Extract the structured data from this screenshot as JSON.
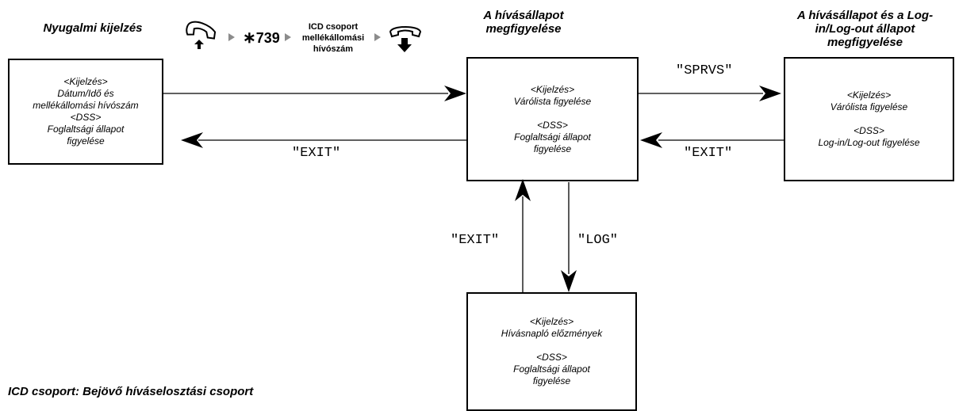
{
  "titles": {
    "idle": "Nyugalmi kijelzés",
    "monitor_line1": "A hívásállapot",
    "monitor_line2": "megfigyelése",
    "monitor_login_line1": "A hívásállapot és a Log-",
    "monitor_login_line2": "in/Log-out állapot",
    "monitor_login_line3": "megfigyelése"
  },
  "sequence": {
    "code": "739",
    "group_line1": "ICD csoport",
    "group_line2": "mellékállomási",
    "group_line3": "hívószám"
  },
  "boxes": {
    "idle": {
      "display_label": "<Kijelzés>",
      "display_line1": "Dátum/Idő és",
      "display_line2": "mellékállomási hívószám",
      "dss_label": "<DSS>",
      "dss_line1": "Foglaltsági állapot",
      "dss_line2": "figyelése"
    },
    "monitor": {
      "display_label": "<Kijelzés>",
      "display_line1": "Várólista figyelése",
      "dss_label": "<DSS>",
      "dss_line1": "Foglaltsági állapot",
      "dss_line2": "figyelése"
    },
    "supervisor": {
      "display_label": "<Kijelzés>",
      "display_line1": "Várólista figyelése",
      "dss_label": "<DSS>",
      "dss_line1": "Log-in/Log-out figyelése"
    },
    "log": {
      "display_label": "<Kijelzés>",
      "display_line1": "Hívásnapló előzmények",
      "dss_label": "<DSS>",
      "dss_line1": "Foglaltsági állapot",
      "dss_line2": "figyelése"
    }
  },
  "arrows": {
    "sprvs": "\"SPRVS\"",
    "exit_left": "\"EXIT\"",
    "exit_right": "\"EXIT\"",
    "exit_up": "\"EXIT\"",
    "log": "\"LOG\""
  },
  "footnote": "ICD csoport: Bejövő híváselosztási csoport"
}
